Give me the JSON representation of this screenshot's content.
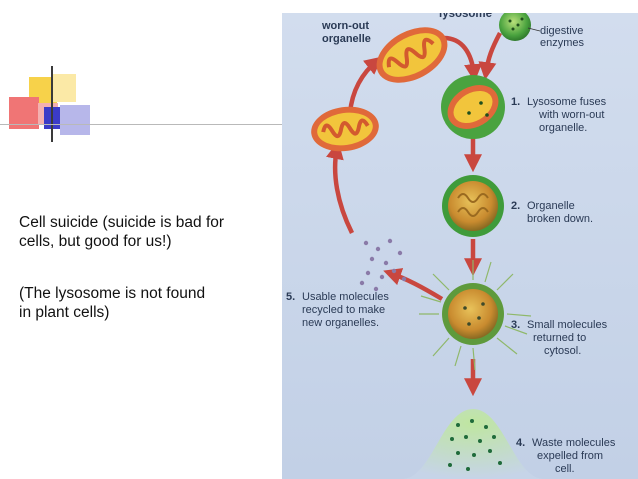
{
  "slide": {
    "paragraph1": [
      "Cell suicide (suicide is bad for",
      "cells, but good for us!)"
    ],
    "paragraph2": [
      "(The lysosome is not found",
      "in plant cells)"
    ]
  },
  "diagram": {
    "labels": {
      "lysosome": "lysosome",
      "worn_out_organelle": [
        "worn-out",
        "organelle"
      ],
      "digestive_enzymes": [
        "digestive",
        "enzymes"
      ]
    },
    "steps": [
      {
        "number": "1.",
        "lines": [
          "Lysosome fuses",
          "with worn-out",
          "organelle."
        ]
      },
      {
        "number": "2.",
        "lines": [
          "Organelle",
          "broken down."
        ]
      },
      {
        "number": "3.",
        "lines": [
          "Small molecules",
          "returned to",
          "cytosol."
        ]
      },
      {
        "number": "4.",
        "lines": [
          "Waste molecules",
          "expelled from",
          "cell."
        ]
      },
      {
        "number": "5.",
        "lines": [
          "Usable molecules",
          "recycled to make",
          "new organelles."
        ]
      }
    ]
  },
  "colors": {
    "diagram_background": "#c9d6ea",
    "arrow": "#c9473f",
    "lysosome_green": "#3f9b3a",
    "mitochondrion_orange": "#e0693a",
    "mitochondrion_yellow": "#f2c53c"
  }
}
